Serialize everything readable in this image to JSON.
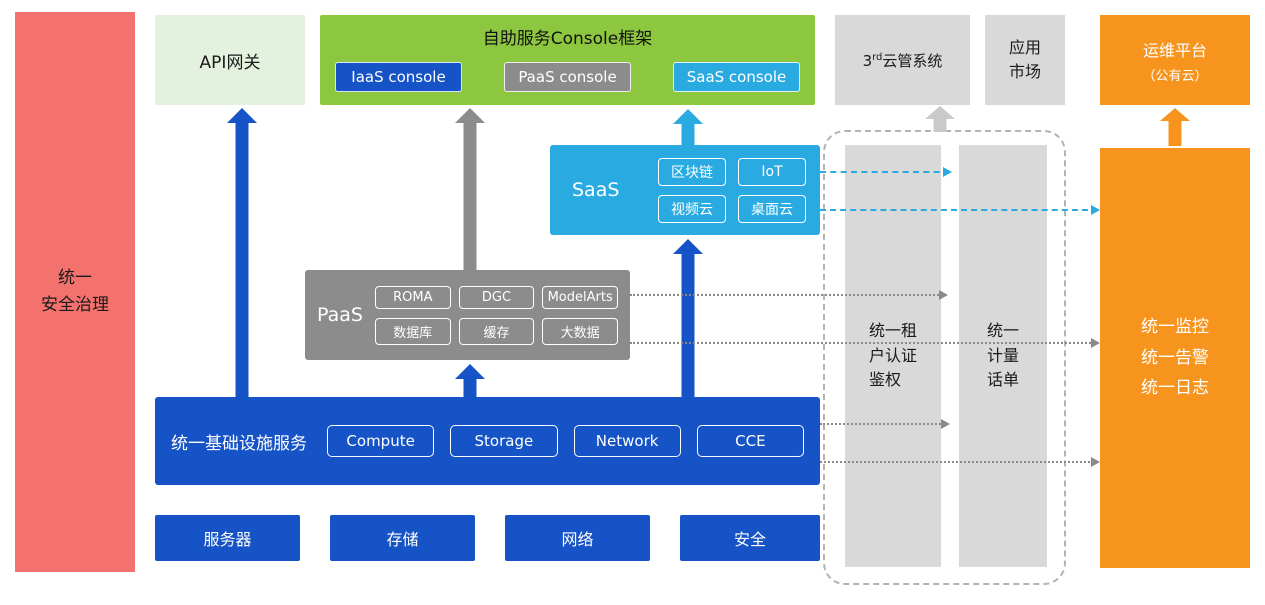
{
  "colors": {
    "red": "#F4726E",
    "pale_green": "#E3F1DE",
    "green": "#8DC63F",
    "blue": "#1553C6",
    "gray": "#8C8C8C",
    "light_gray": "#D9D9D9",
    "cyan": "#29ABE2",
    "orange": "#F7941E"
  },
  "security_bar": {
    "label": "统一\n安全治理"
  },
  "api_gateway": {
    "label": "API网关"
  },
  "console_framework": {
    "title": "自助服务Console框架",
    "consoles": [
      {
        "label": "IaaS console"
      },
      {
        "label": "PaaS console"
      },
      {
        "label": "SaaS console"
      }
    ]
  },
  "third_party_cloud": {
    "prefix": "3",
    "sup": "rd",
    "rest": "云管系统"
  },
  "app_market": {
    "label": "应用\n市场"
  },
  "ops_platform": {
    "label": "运维平台",
    "sub": "（公有云）"
  },
  "saas": {
    "label": "SaaS",
    "items": [
      "区块链",
      "IoT",
      "视频云",
      "桌面云"
    ]
  },
  "paas": {
    "label": "PaaS",
    "items": [
      "ROMA",
      "DGC",
      "ModelArts",
      "数据库",
      "缓存",
      "大数据"
    ]
  },
  "infrastructure": {
    "label": "统一基础设施服务",
    "items": [
      "Compute",
      "Storage",
      "Network",
      "CCE"
    ]
  },
  "hardware": {
    "items": [
      "服务器",
      "存储",
      "网络",
      "安全"
    ]
  },
  "auth_bar": {
    "label": "统一租\n户认证\n鉴权"
  },
  "metering_bar": {
    "label": "统一\n计量\n话单"
  },
  "monitoring_bar": {
    "label": "统一监控\n统一告警\n统一日志"
  }
}
